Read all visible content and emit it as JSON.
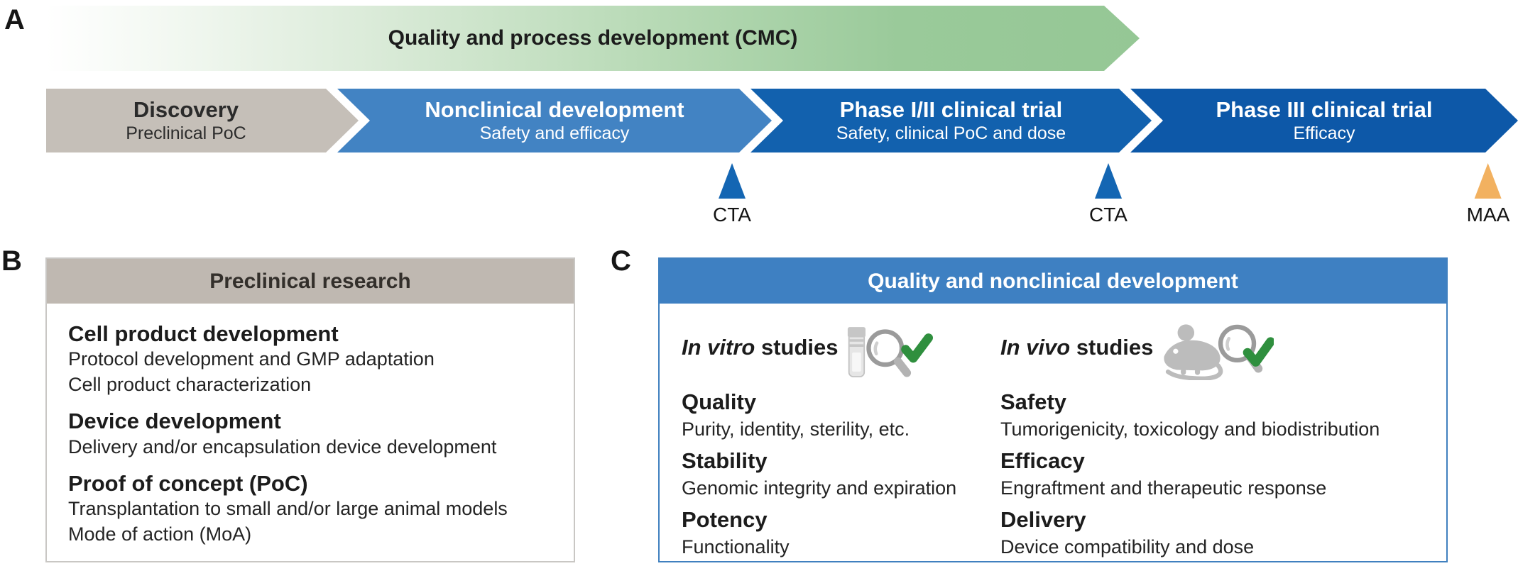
{
  "figure": {
    "panel_a_label": "A",
    "panel_b_label": "B",
    "panel_c_label": "C"
  },
  "timeline": {
    "cmc_arrow_label": "Quality and process development (CMC)",
    "cmc_arrow_color": "#95c795",
    "stages": [
      {
        "title": "Discovery",
        "subtitle": "Preclinical PoC",
        "color": "#c5bfb8",
        "text_color": "#2b2b2b"
      },
      {
        "title": "Nonclinical development",
        "subtitle": "Safety and efficacy",
        "color": "#4283c3",
        "text_color": "#ffffff"
      },
      {
        "title": "Phase I/II clinical trial",
        "subtitle": "Safety, clinical PoC and dose",
        "color": "#1261ae",
        "text_color": "#ffffff"
      },
      {
        "title": "Phase III clinical trial",
        "subtitle": "Efficacy",
        "color": "#0d58a8",
        "text_color": "#ffffff"
      }
    ],
    "milestones": [
      {
        "label": "CTA",
        "color": "#1466b3"
      },
      {
        "label": "CTA",
        "color": "#1466b3"
      },
      {
        "label": "MAA",
        "color": "#f2b160"
      }
    ]
  },
  "preclinical_panel": {
    "header": "Preclinical research",
    "header_color": "#bfb8b1",
    "sections": [
      {
        "heading": "Cell product development",
        "lines": [
          "Protocol development and GMP adaptation",
          "Cell product characterization"
        ]
      },
      {
        "heading": "Device development",
        "lines": [
          "Delivery and/or encapsulation device development"
        ]
      },
      {
        "heading": "Proof of concept (PoC)",
        "lines": [
          "Transplantation to small and/or large animal models",
          "Mode of action (MoA)"
        ]
      }
    ]
  },
  "quality_panel": {
    "header": "Quality and nonclinical development",
    "header_color": "#3e80c2",
    "check_color": "#2f8f3e",
    "columns": [
      {
        "title_italic": "In vitro",
        "title_rest": " studies",
        "icon": "vial-magnifier-check",
        "items": [
          {
            "heading": "Quality",
            "line": "Purity, identity, sterility, etc."
          },
          {
            "heading": "Stability",
            "line": "Genomic integrity and expiration"
          },
          {
            "heading": "Potency",
            "line": "Functionality"
          }
        ]
      },
      {
        "title_italic": "In vivo",
        "title_rest": " studies",
        "icon": "mouse-magnifier-check",
        "items": [
          {
            "heading": "Safety",
            "line": "Tumorigenicity, toxicology and biodistribution"
          },
          {
            "heading": "Efficacy",
            "line": "Engraftment and therapeutic response"
          },
          {
            "heading": "Delivery",
            "line": "Device compatibility and dose"
          }
        ]
      }
    ]
  }
}
